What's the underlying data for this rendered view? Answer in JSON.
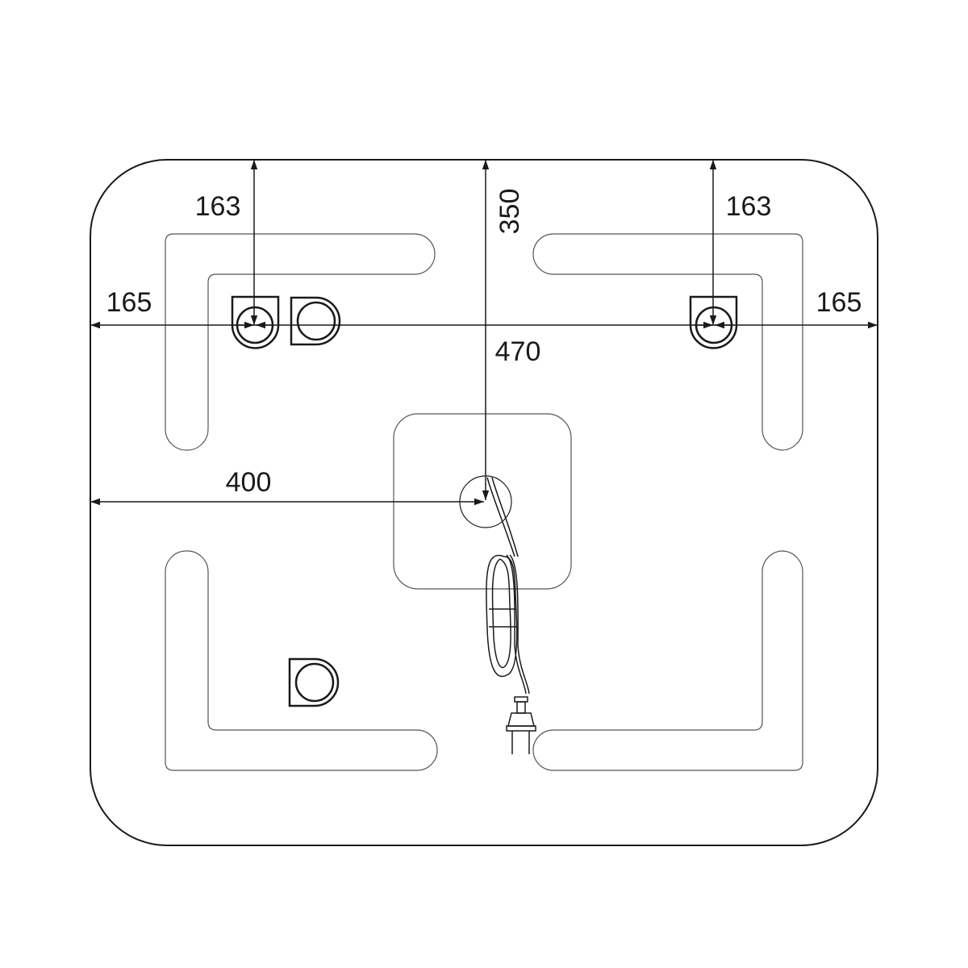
{
  "dimensions": {
    "left_hook_offset": "163",
    "right_hook_offset": "163",
    "center_depth": "350",
    "left_edge_offset": "165",
    "right_edge_offset": "165",
    "hook_spacing": "470",
    "cable_offset": "400"
  },
  "colors": {
    "outline": "#1a1a1a",
    "strip": "#555555"
  }
}
